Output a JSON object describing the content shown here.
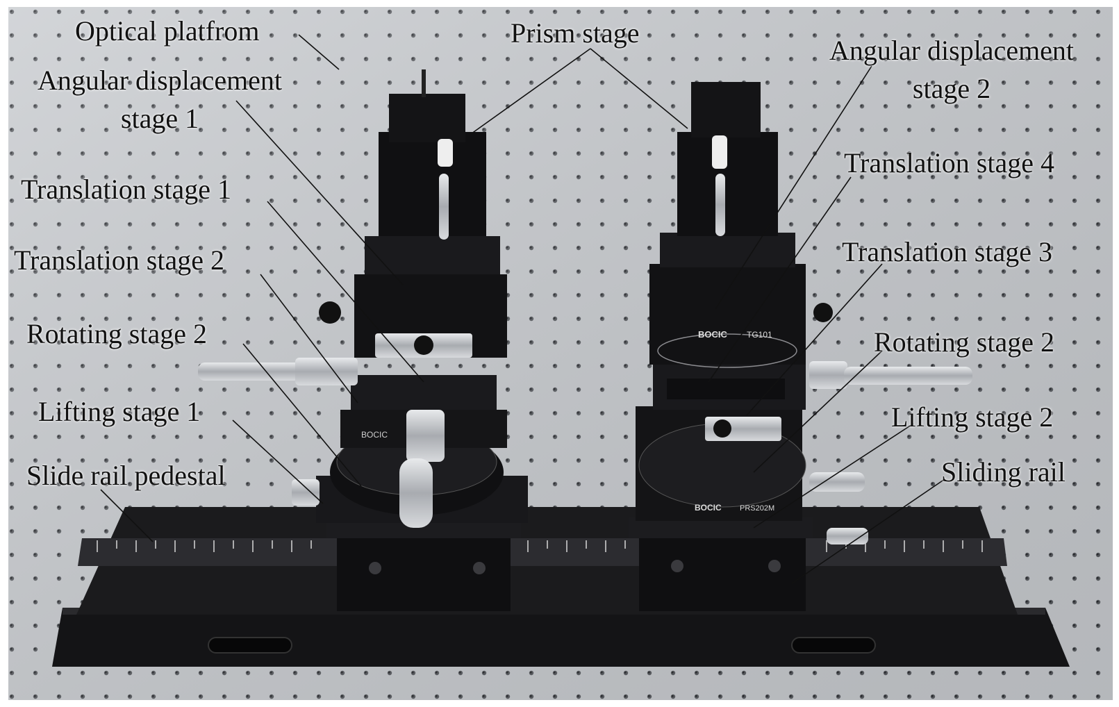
{
  "labels": {
    "optical_platform": "Optical platfrom",
    "prism_stage": "Prism stage",
    "angular_1_line1": "Angular displacement",
    "angular_1_line2": "stage 1",
    "angular_2_line1": "Angular displacement",
    "angular_2_line2": "stage 2",
    "translation_1": "Translation stage 1",
    "translation_2": "Translation stage 2",
    "translation_3": "Translation stage 3",
    "translation_4": "Translation stage 4",
    "rotating_left": "Rotating stage 2",
    "rotating_right": "Rotating stage 2",
    "lifting_1": "Lifting stage 1",
    "lifting_2": "Lifting stage 2",
    "slide_rail_pedestal": "Slide rail pedestal",
    "sliding_rail": "Sliding rail"
  },
  "markings": {
    "brand_left": "BOCIC",
    "brand_right": "BOCIC",
    "model_right_top": "TG101",
    "model_right_bottom": "PRS202M"
  },
  "colors": {
    "table": "#c9ccd0",
    "hardware": "#141416",
    "rail": "#1b1b1d",
    "steel": "#b9bcc0",
    "text": "#111111"
  }
}
